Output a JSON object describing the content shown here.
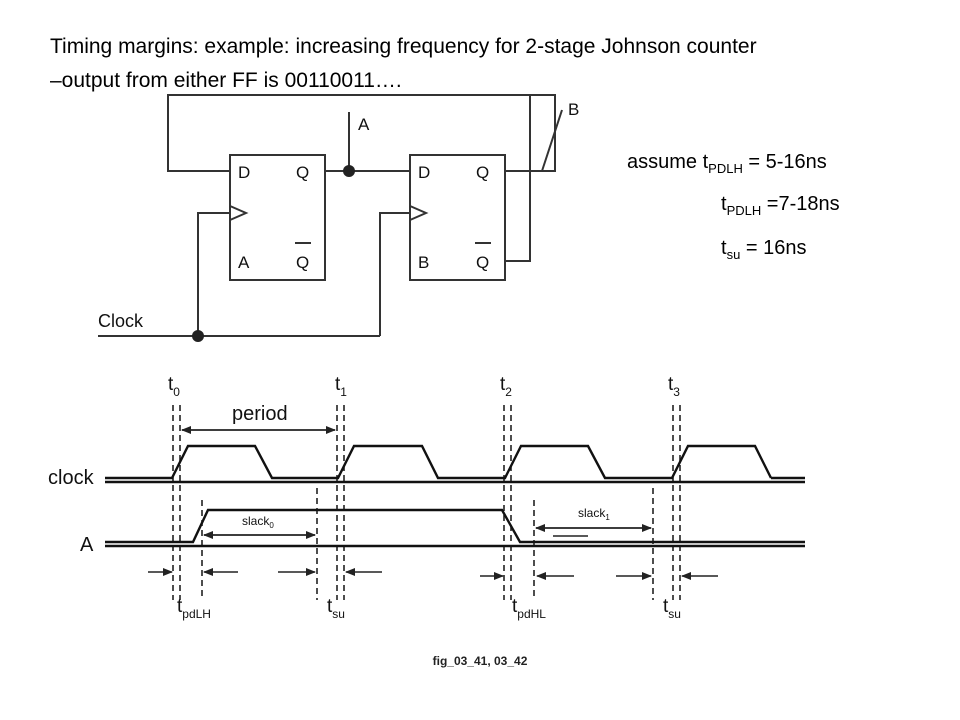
{
  "title": {
    "line1": "Timing margins: example:  increasing frequency for 2-stage Johnson counter",
    "line2": "–output from either FF is 00110011…."
  },
  "assumptions": {
    "lead": "assume ",
    "tpdlh_main": "t",
    "tpdlh_sub": "PDLH",
    "tpdlh_value": " = 5-16ns",
    "tpdlh2_main": "t",
    "tpdlh2_sub": "PDLH",
    "tpdlh2_value": " =7-18ns",
    "tsu_main": "t",
    "tsu_sub": "su",
    "tsu_value": " = 16ns"
  },
  "circuit": {
    "ff1": {
      "d": "D",
      "q": "Q",
      "name": "A",
      "qbar": "Q"
    },
    "ff2": {
      "d": "D",
      "q": "Q",
      "name": "B",
      "qbar": "Q"
    },
    "output_a": "A",
    "output_b": "B",
    "clock_label": "Clock"
  },
  "timing": {
    "markers": [
      {
        "main": "t",
        "sub": "0"
      },
      {
        "main": "t",
        "sub": "1"
      },
      {
        "main": "t",
        "sub": "2"
      },
      {
        "main": "t",
        "sub": "3"
      }
    ],
    "period_label": "period",
    "clock_label": "clock",
    "a_label": "A",
    "slack0": {
      "main": "slack",
      "sub": "0"
    },
    "slack1": {
      "main": "slack",
      "sub": "1"
    },
    "bottom_labels": [
      {
        "main": "t",
        "sub": "pdLH"
      },
      {
        "main": "t",
        "sub": "su"
      },
      {
        "main": "t",
        "sub": "pdHL"
      },
      {
        "main": "t",
        "sub": "su"
      }
    ]
  },
  "caption": "fig_03_41, 03_42"
}
